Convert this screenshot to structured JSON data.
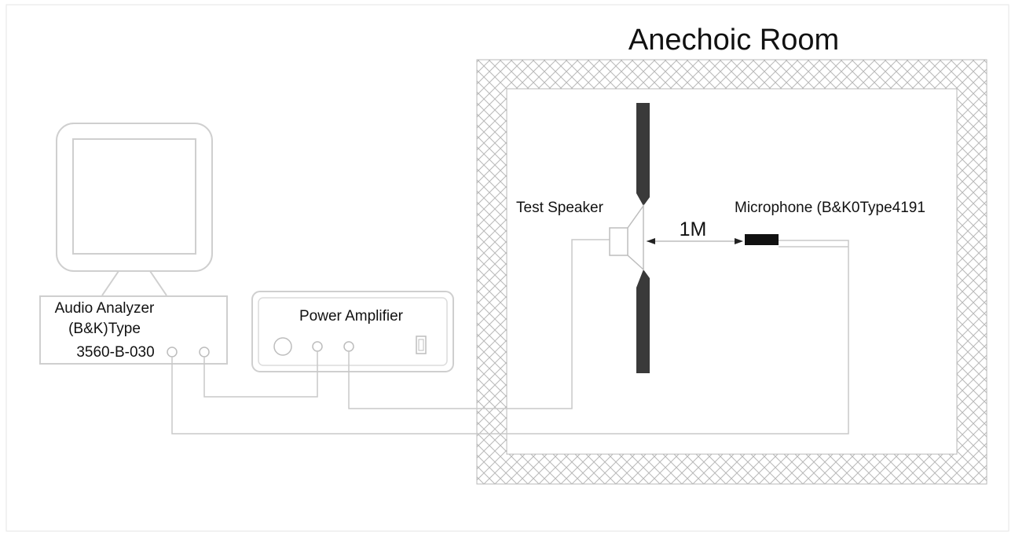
{
  "room": {
    "title": "Anechoic Room"
  },
  "analyzer": {
    "line1": "Audio Analyzer",
    "line2": "(B&K)Type",
    "line3": "3560-B-030"
  },
  "amplifier": {
    "label": "Power Amplifier"
  },
  "speaker": {
    "label": "Test Speaker"
  },
  "microphone": {
    "label": "Microphone (B&K0Type4191"
  },
  "distance": {
    "label": "1M"
  }
}
